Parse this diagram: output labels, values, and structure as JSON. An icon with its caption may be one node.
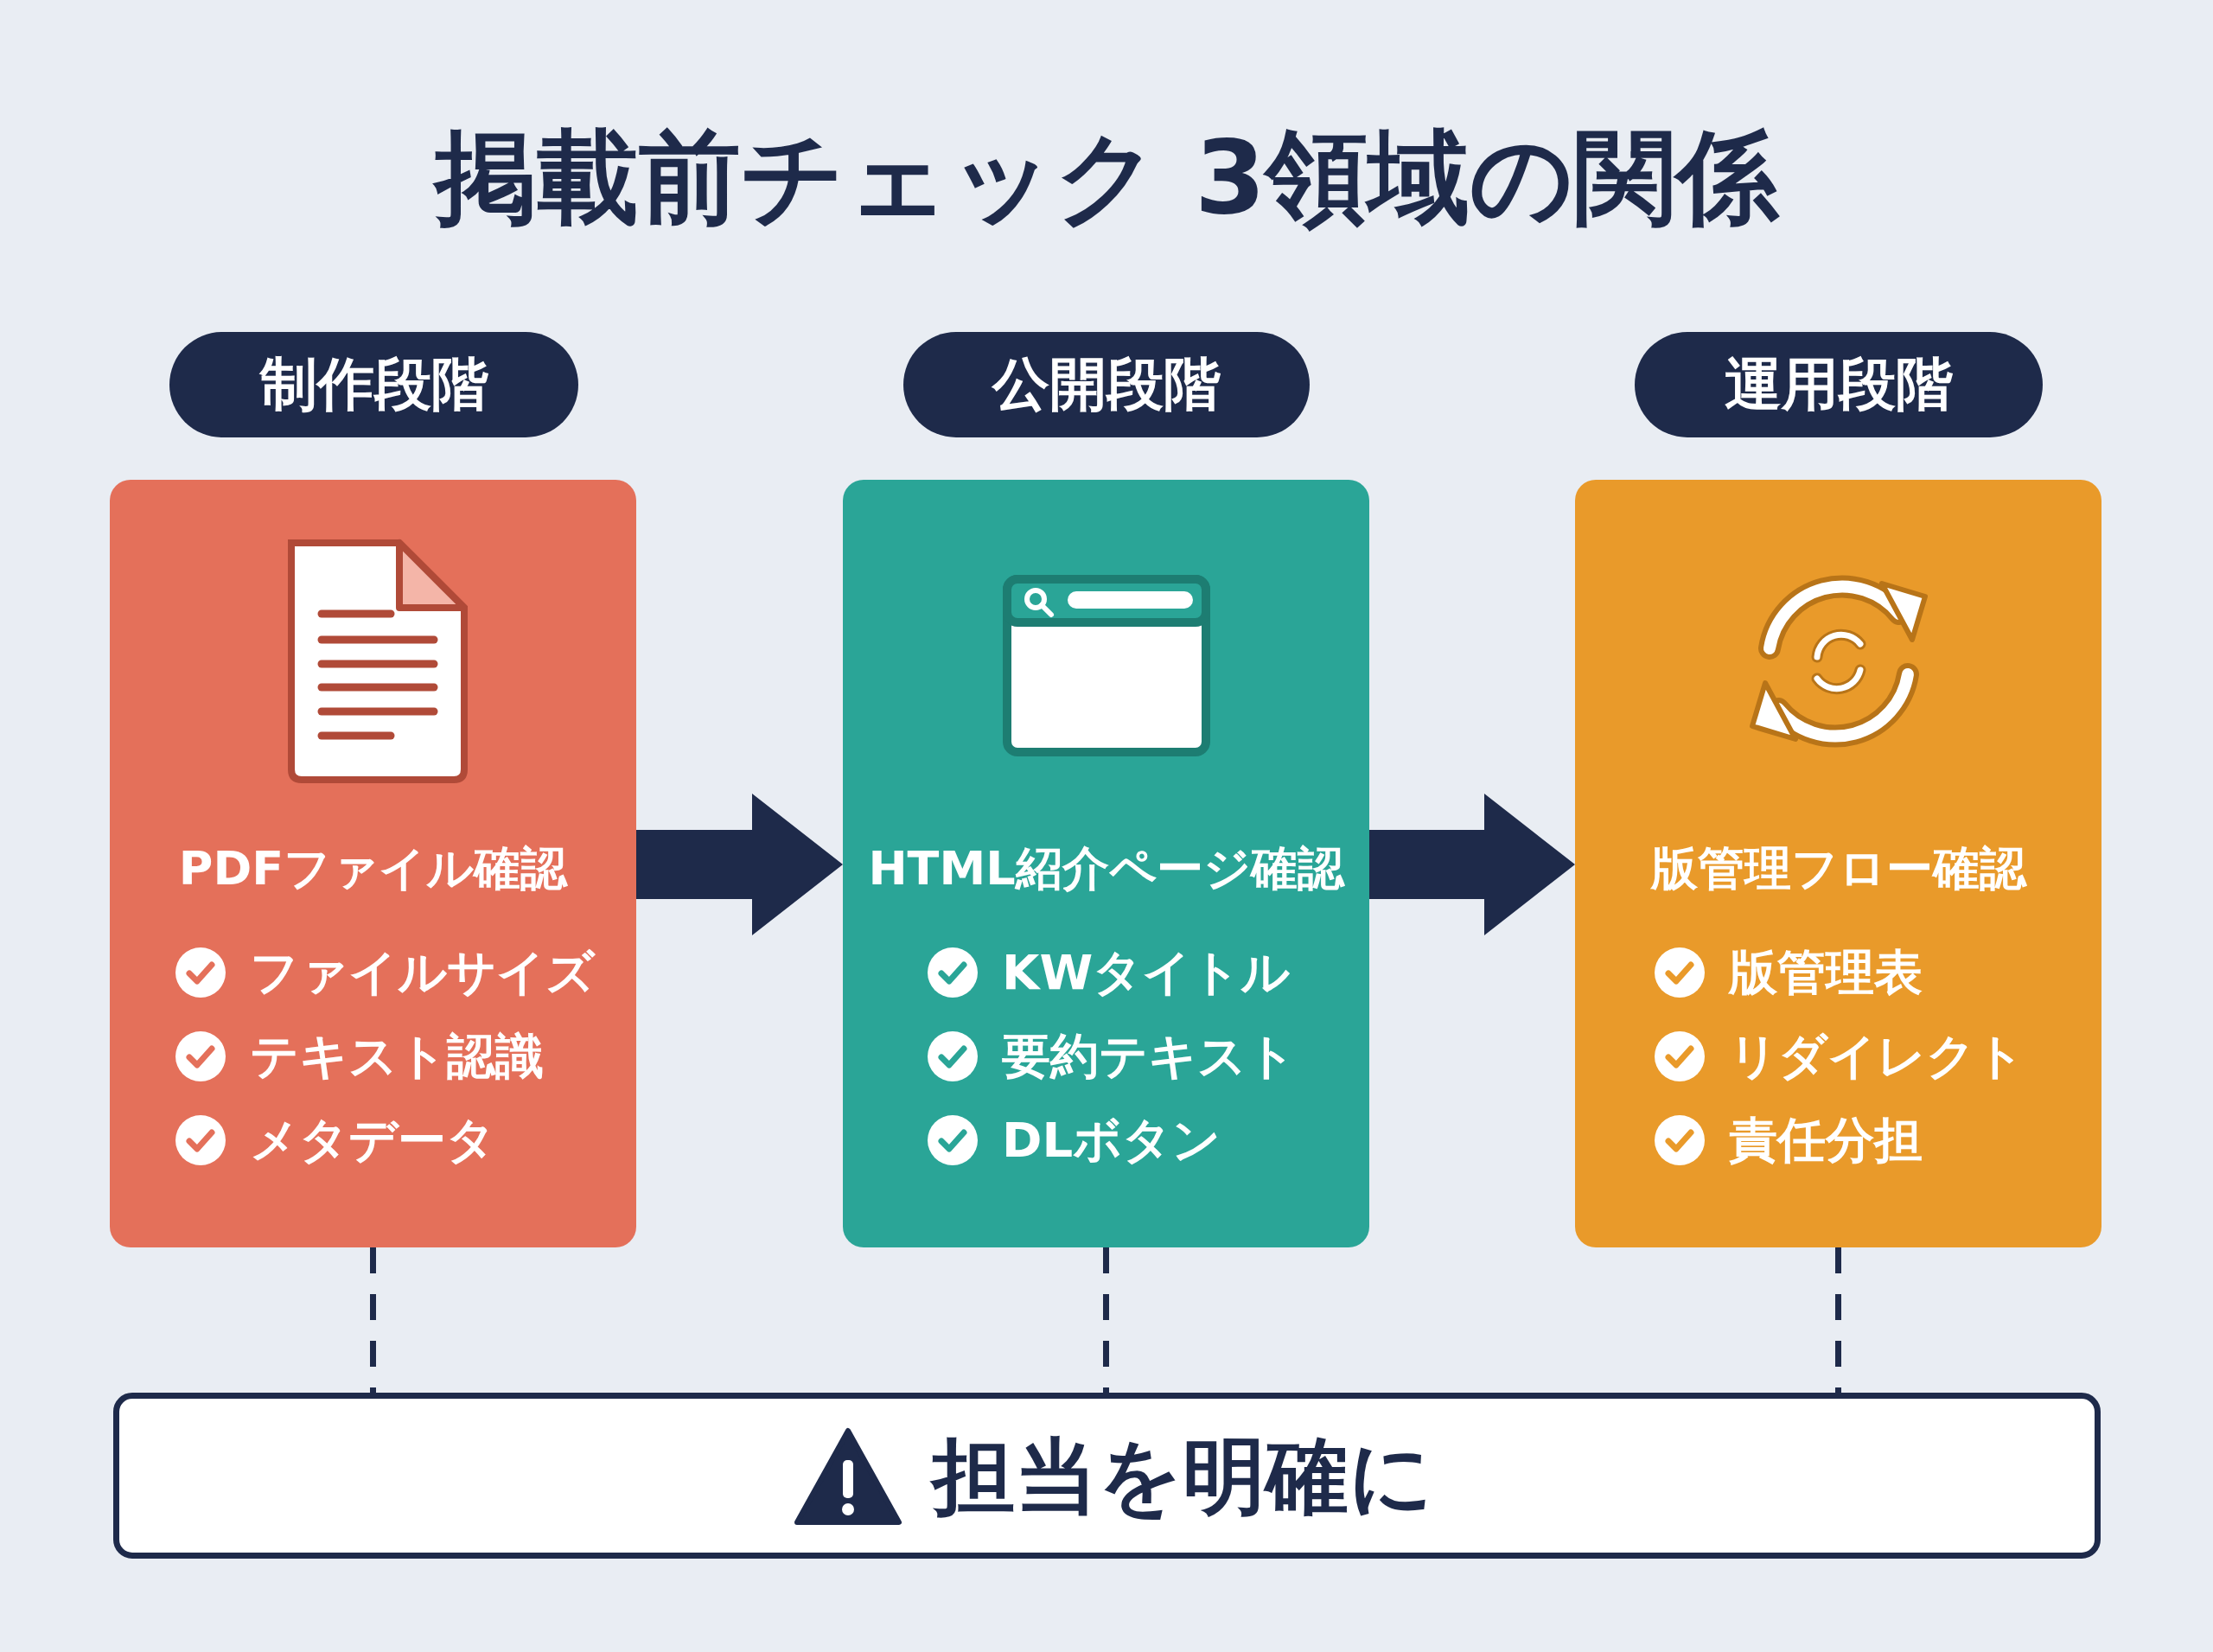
{
  "diagram": {
    "title": "掲載前チェック 3領域の関係",
    "nodes": [
      {
        "text": [
          "制作段階"
        ]
      },
      {
        "text": [
          "公開段階"
        ]
      },
      {
        "text": [
          "運用段階"
        ]
      },
      {
        "text": [
          "PDFファイル確認",
          "ファイルサイズ",
          "テキスト認識",
          "メタデータ"
        ]
      },
      {
        "text": [
          "HTML紹介ページ確認",
          "KWタイトル",
          "要約テキスト",
          "DLボタン"
        ]
      },
      {
        "text": [
          "版管理フロー確認",
          "版管理表",
          "リダイレクト",
          "責任分担"
        ]
      },
      {
        "text": [
          "担当を明確に"
        ]
      }
    ],
    "edges": [
      {
        "from": 3,
        "to": 4,
        "arrow": "to"
      },
      {
        "from": 4,
        "to": 5,
        "arrow": "to"
      },
      {
        "from": 3,
        "to": 6,
        "arrow": "none",
        "style": "dashed"
      },
      {
        "from": 4,
        "to": 6,
        "arrow": "none",
        "style": "dashed"
      },
      {
        "from": 5,
        "to": 6,
        "arrow": "none",
        "style": "dashed"
      }
    ]
  }
}
